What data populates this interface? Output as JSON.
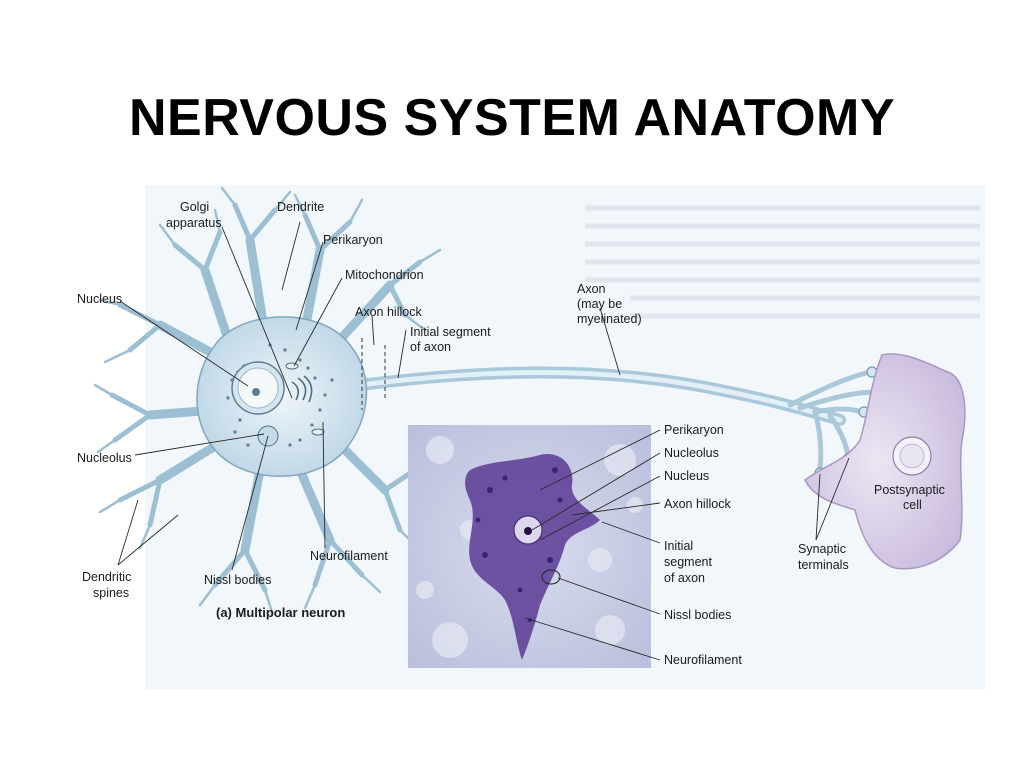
{
  "title": "NERVOUS SYSTEM ANATOMY",
  "labels": {
    "golgi_1": "Golgi",
    "golgi_2": "apparatus",
    "dendrite": "Dendrite",
    "perikaryon": "Perikaryon",
    "mitochondrion": "Mitochondrion",
    "nucleus": "Nucleus",
    "axon_hillock": "Axon hillock",
    "initial_segment_1": "Initial  segment",
    "initial_segment_2": "of axon",
    "axon_1": "Axon",
    "axon_2": "(may be",
    "axon_3": "myelinated)",
    "nucleolus": "Nucleolus",
    "neurofilament": "Neurofilament",
    "nissl_bodies": "Nissl bodies",
    "dendritic_spines_1": "Dendritic",
    "dendritic_spines_2": "spines",
    "caption": "(a) Multipolar neuron",
    "micro_perikaryon": "Perikaryon",
    "micro_nucleolus": "Nucleolus",
    "micro_nucleus": "Nucleus",
    "micro_axon_hillock": "Axon hillock",
    "micro_initial_1": "Initial",
    "micro_initial_2": "segment",
    "micro_initial_3": "of axon",
    "micro_nissl": "Nissl bodies",
    "micro_neurofilament": "Neurofilament",
    "synaptic_1": "Synaptic",
    "synaptic_2": "terminals",
    "postsynaptic_1": "Postsynaptic",
    "postsynaptic_2": "cell"
  },
  "colors": {
    "neuron_fill": "#dbe9f2",
    "neuron_stroke": "#6f9cb5",
    "postsynaptic_fill": "#ddd3ea",
    "micro_bg": "#c7cde4",
    "stain": "#4a2c86"
  }
}
